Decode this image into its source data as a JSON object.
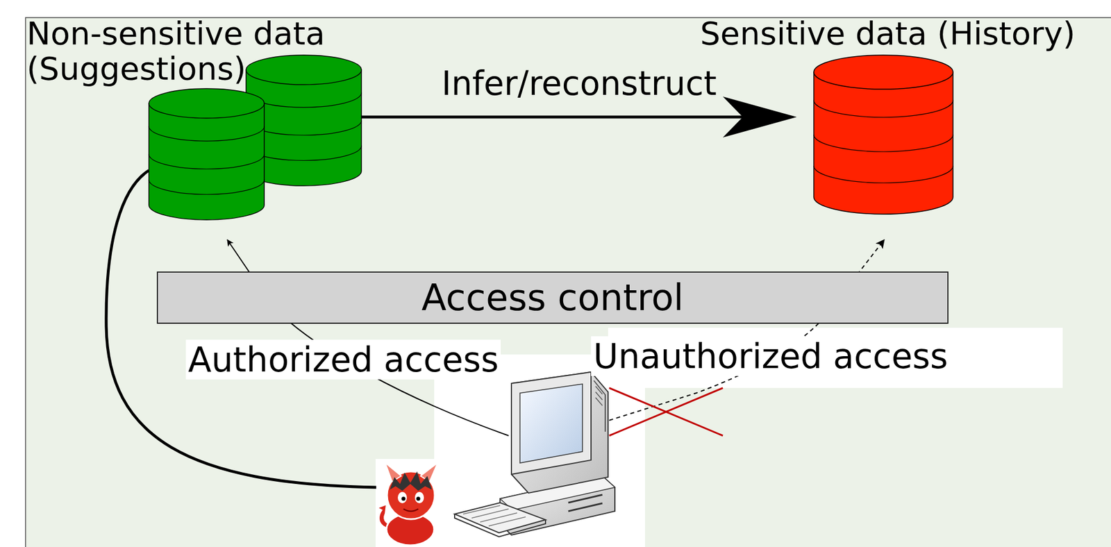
{
  "diagram": {
    "nodes": [
      {
        "text": [
          "Non-sensitive data (Suggestions)"
        ]
      },
      {
        "text": [
          "Sensitive data (History)"
        ]
      },
      {
        "text": [
          "Access control"
        ]
      }
    ],
    "edges": [
      {
        "from": 0,
        "to": 1,
        "arrow": "to",
        "label": "Infer/reconstruct"
      }
    ],
    "labels": [
      "Authorized access",
      "Unauthorized access"
    ]
  }
}
